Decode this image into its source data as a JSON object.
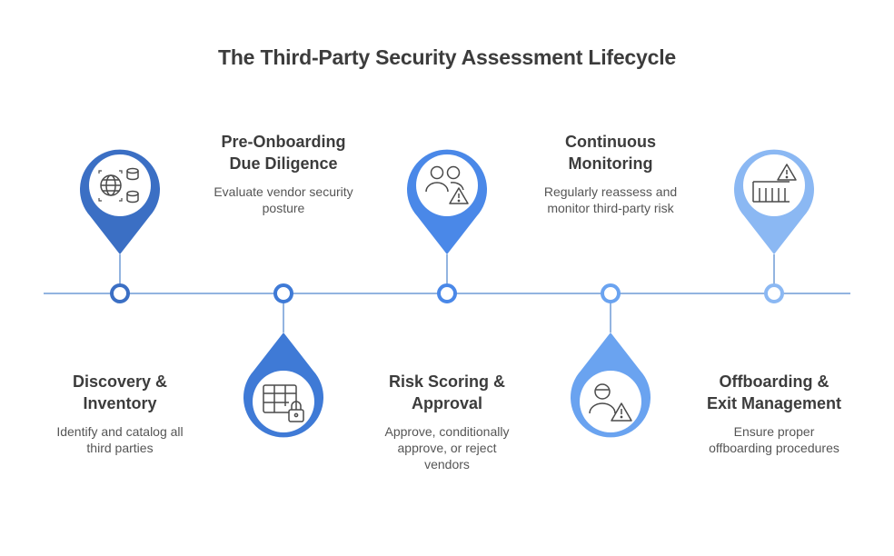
{
  "title": "The Third-Party Security Assessment Lifecycle",
  "colors": {
    "timeline": "#6f9bd6",
    "stage1": "#3b6fc4",
    "stage2": "#3f7ad6",
    "stage3": "#4a88e8",
    "stage4": "#6aa3f0",
    "stage5": "#8bb8f3"
  },
  "stages": [
    {
      "title_line1": "Discovery &",
      "title_line2": "Inventory",
      "desc_line1": "Identify and catalog all",
      "desc_line2": "third parties",
      "desc_line3": "",
      "icon": "globe-database-icon",
      "pin_direction": "up"
    },
    {
      "title_line1": "Pre-Onboarding",
      "title_line2": "Due Diligence",
      "desc_line1": "Evaluate vendor security",
      "desc_line2": "posture",
      "desc_line3": "",
      "icon": "table-lock-icon",
      "pin_direction": "down"
    },
    {
      "title_line1": "Risk Scoring &",
      "title_line2": "Approval",
      "desc_line1": "Approve, conditionally",
      "desc_line2": "approve, or reject",
      "desc_line3": "vendors",
      "icon": "users-warning-icon",
      "pin_direction": "up"
    },
    {
      "title_line1": "Continuous",
      "title_line2": "Monitoring",
      "desc_line1": "Regularly reassess and",
      "desc_line2": "monitor third-party risk",
      "desc_line3": "",
      "icon": "user-warning-icon",
      "pin_direction": "down"
    },
    {
      "title_line1": "Offboarding &",
      "title_line2": "Exit Management",
      "desc_line1": "Ensure proper",
      "desc_line2": "offboarding procedures",
      "desc_line3": "",
      "icon": "barrier-warning-icon",
      "pin_direction": "up"
    }
  ]
}
